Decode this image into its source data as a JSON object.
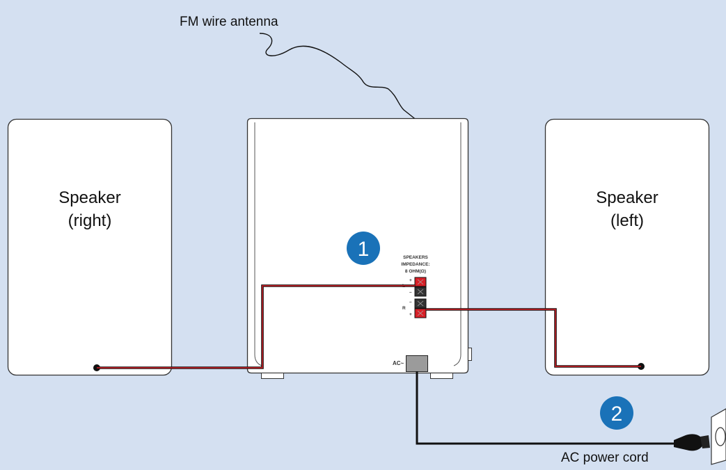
{
  "labels": {
    "antenna": "FM wire antenna",
    "speaker_right_line1": "Speaker",
    "speaker_right_line2": "(right)",
    "speaker_left_line1": "Speaker",
    "speaker_left_line2": "(left)",
    "power_cord": "AC power cord",
    "ac_socket": "AC~"
  },
  "speaker_panel": {
    "line1": "SPEAKERS",
    "line2": "IMPEDANCE:",
    "line3": "8 OHM(Ω)",
    "plus": "+",
    "minus": "–",
    "channel_l": "L",
    "channel_r": "R"
  },
  "steps": [
    "1",
    "2"
  ],
  "colors": {
    "background": "#d4e0f1",
    "step_badge": "#1a72b8",
    "wire_red": "#d81f26",
    "outline": "#333333"
  }
}
